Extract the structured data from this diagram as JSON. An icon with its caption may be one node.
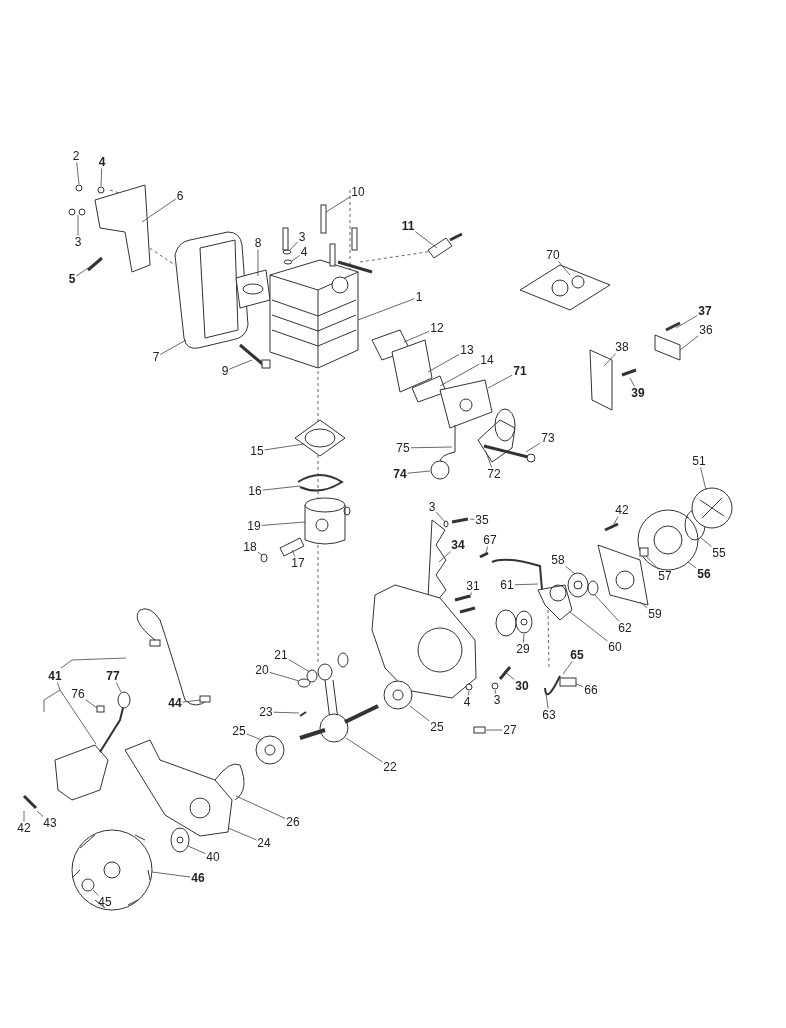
{
  "diagram": {
    "nodes": [
      {
        "text": [
          "2"
        ]
      },
      {
        "text": [
          "4"
        ]
      },
      {
        "text": [
          "6"
        ]
      },
      {
        "text": [
          "3"
        ]
      },
      {
        "text": [
          "5"
        ]
      },
      {
        "text": [
          "7"
        ]
      },
      {
        "text": [
          "8"
        ]
      },
      {
        "text": [
          "10"
        ]
      },
      {
        "text": [
          "3"
        ]
      },
      {
        "text": [
          "4"
        ]
      },
      {
        "text": [
          "11"
        ]
      },
      {
        "text": [
          "1"
        ]
      },
      {
        "text": [
          "9"
        ]
      },
      {
        "text": [
          "12"
        ]
      },
      {
        "text": [
          "13"
        ]
      },
      {
        "text": [
          "14"
        ]
      },
      {
        "text": [
          "71"
        ]
      },
      {
        "text": [
          "70"
        ]
      },
      {
        "text": [
          "37"
        ]
      },
      {
        "text": [
          "36"
        ]
      },
      {
        "text": [
          "38"
        ]
      },
      {
        "text": [
          "39"
        ]
      },
      {
        "text": [
          "15"
        ]
      },
      {
        "text": [
          "75"
        ]
      },
      {
        "text": [
          "73"
        ]
      },
      {
        "text": [
          "72"
        ]
      },
      {
        "text": [
          "74"
        ]
      },
      {
        "text": [
          "16"
        ]
      },
      {
        "text": [
          "51"
        ]
      },
      {
        "text": [
          "3"
        ]
      },
      {
        "text": [
          "35"
        ]
      },
      {
        "text": [
          "42"
        ]
      },
      {
        "text": [
          "19"
        ]
      },
      {
        "text": [
          "18"
        ]
      },
      {
        "text": [
          "17"
        ]
      },
      {
        "text": [
          "34"
        ]
      },
      {
        "text": [
          "67"
        ]
      },
      {
        "text": [
          "58"
        ]
      },
      {
        "text": [
          "57"
        ]
      },
      {
        "text": [
          "55"
        ]
      },
      {
        "text": [
          "56"
        ]
      },
      {
        "text": [
          "31"
        ]
      },
      {
        "text": [
          "61"
        ]
      },
      {
        "text": [
          "59"
        ]
      },
      {
        "text": [
          "62"
        ]
      },
      {
        "text": [
          "60"
        ]
      },
      {
        "text": [
          "29"
        ]
      },
      {
        "text": [
          "21"
        ]
      },
      {
        "text": [
          "20"
        ]
      },
      {
        "text": [
          "30"
        ]
      },
      {
        "text": [
          "65"
        ]
      },
      {
        "text": [
          "66"
        ]
      },
      {
        "text": [
          "41"
        ]
      },
      {
        "text": [
          "76"
        ]
      },
      {
        "text": [
          "77"
        ]
      },
      {
        "text": [
          "44"
        ]
      },
      {
        "text": [
          "23"
        ]
      },
      {
        "text": [
          "25"
        ]
      },
      {
        "text": [
          "4"
        ]
      },
      {
        "text": [
          "3"
        ]
      },
      {
        "text": [
          "27"
        ]
      },
      {
        "text": [
          "63"
        ]
      },
      {
        "text": [
          "22"
        ]
      },
      {
        "text": [
          "25"
        ]
      },
      {
        "text": [
          "42"
        ]
      },
      {
        "text": [
          "43"
        ]
      },
      {
        "text": [
          "26"
        ]
      },
      {
        "text": [
          "24"
        ]
      },
      {
        "text": [
          "40"
        ]
      },
      {
        "text": [
          "46"
        ]
      },
      {
        "text": [
          "45"
        ]
      }
    ],
    "edges": [
      {
        "from": 0,
        "to": null,
        "arrow": "none"
      },
      {
        "from": 1,
        "to": null,
        "arrow": "none"
      },
      {
        "from": 2,
        "to": null,
        "arrow": "none"
      },
      {
        "from": 3,
        "to": null,
        "arrow": "none"
      },
      {
        "from": 4,
        "to": null,
        "arrow": "none"
      },
      {
        "from": 5,
        "to": null,
        "arrow": "none"
      },
      {
        "from": 6,
        "to": null,
        "arrow": "none"
      },
      {
        "from": 7,
        "to": null,
        "arrow": "none"
      },
      {
        "from": 8,
        "to": null,
        "arrow": "none"
      },
      {
        "from": 9,
        "to": null,
        "arrow": "none"
      },
      {
        "from": 10,
        "to": null,
        "arrow": "none"
      },
      {
        "from": 11,
        "to": null,
        "arrow": "none"
      },
      {
        "from": 12,
        "to": null,
        "arrow": "none"
      },
      {
        "from": 13,
        "to": null,
        "arrow": "none"
      },
      {
        "from": 14,
        "to": null,
        "arrow": "none"
      },
      {
        "from": 15,
        "to": null,
        "arrow": "none"
      },
      {
        "from": 16,
        "to": null,
        "arrow": "none"
      },
      {
        "from": 17,
        "to": null,
        "arrow": "none"
      },
      {
        "from": 18,
        "to": null,
        "arrow": "none"
      },
      {
        "from": 19,
        "to": null,
        "arrow": "none"
      },
      {
        "from": 20,
        "to": null,
        "arrow": "none"
      },
      {
        "from": 21,
        "to": null,
        "arrow": "none"
      },
      {
        "from": 22,
        "to": null,
        "arrow": "none"
      },
      {
        "from": 23,
        "to": null,
        "arrow": "none"
      },
      {
        "from": 24,
        "to": null,
        "arrow": "none"
      },
      {
        "from": 25,
        "to": null,
        "arrow": "none"
      },
      {
        "from": 26,
        "to": null,
        "arrow": "none"
      },
      {
        "from": 27,
        "to": null,
        "arrow": "none"
      },
      {
        "from": 28,
        "to": null,
        "arrow": "none"
      },
      {
        "from": 29,
        "to": null,
        "arrow": "none"
      },
      {
        "from": 30,
        "to": null,
        "arrow": "none"
      },
      {
        "from": 31,
        "to": null,
        "arrow": "none"
      },
      {
        "from": 32,
        "to": null,
        "arrow": "none"
      },
      {
        "from": 33,
        "to": null,
        "arrow": "none"
      },
      {
        "from": 34,
        "to": null,
        "arrow": "none"
      },
      {
        "from": 35,
        "to": null,
        "arrow": "none"
      },
      {
        "from": 36,
        "to": null,
        "arrow": "none"
      },
      {
        "from": 37,
        "to": null,
        "arrow": "none"
      },
      {
        "from": 38,
        "to": null,
        "arrow": "none"
      },
      {
        "from": 39,
        "to": null,
        "arrow": "none"
      },
      {
        "from": 40,
        "to": null,
        "arrow": "none"
      },
      {
        "from": 41,
        "to": null,
        "arrow": "none"
      },
      {
        "from": 42,
        "to": null,
        "arrow": "none"
      },
      {
        "from": 43,
        "to": null,
        "arrow": "none"
      },
      {
        "from": 44,
        "to": null,
        "arrow": "none"
      },
      {
        "from": 45,
        "to": null,
        "arrow": "none"
      },
      {
        "from": 46,
        "to": null,
        "arrow": "none"
      },
      {
        "from": 47,
        "to": null,
        "arrow": "none"
      },
      {
        "from": 48,
        "to": null,
        "arrow": "none"
      },
      {
        "from": 49,
        "to": null,
        "arrow": "none"
      },
      {
        "from": 50,
        "to": null,
        "arrow": "none"
      },
      {
        "from": 51,
        "to": null,
        "arrow": "none"
      },
      {
        "from": 52,
        "to": null,
        "arrow": "none"
      },
      {
        "from": 53,
        "to": null,
        "arrow": "none"
      },
      {
        "from": 54,
        "to": null,
        "arrow": "none"
      },
      {
        "from": 55,
        "to": null,
        "arrow": "none"
      },
      {
        "from": 56,
        "to": null,
        "arrow": "none"
      },
      {
        "from": 57,
        "to": null,
        "arrow": "none"
      },
      {
        "from": 58,
        "to": null,
        "arrow": "none"
      },
      {
        "from": 59,
        "to": null,
        "arrow": "none"
      },
      {
        "from": 60,
        "to": null,
        "arrow": "none"
      },
      {
        "from": 61,
        "to": null,
        "arrow": "none"
      },
      {
        "from": 62,
        "to": null,
        "arrow": "none"
      },
      {
        "from": 63,
        "to": null,
        "arrow": "none"
      },
      {
        "from": 64,
        "to": null,
        "arrow": "none"
      },
      {
        "from": 65,
        "to": null,
        "arrow": "none"
      },
      {
        "from": 66,
        "to": null,
        "arrow": "none"
      },
      {
        "from": 67,
        "to": null,
        "arrow": "none"
      },
      {
        "from": 68,
        "to": null,
        "arrow": "none"
      },
      {
        "from": 69,
        "to": null,
        "arrow": "none"
      },
      {
        "from": 70,
        "to": null,
        "arrow": "none"
      }
    ]
  }
}
